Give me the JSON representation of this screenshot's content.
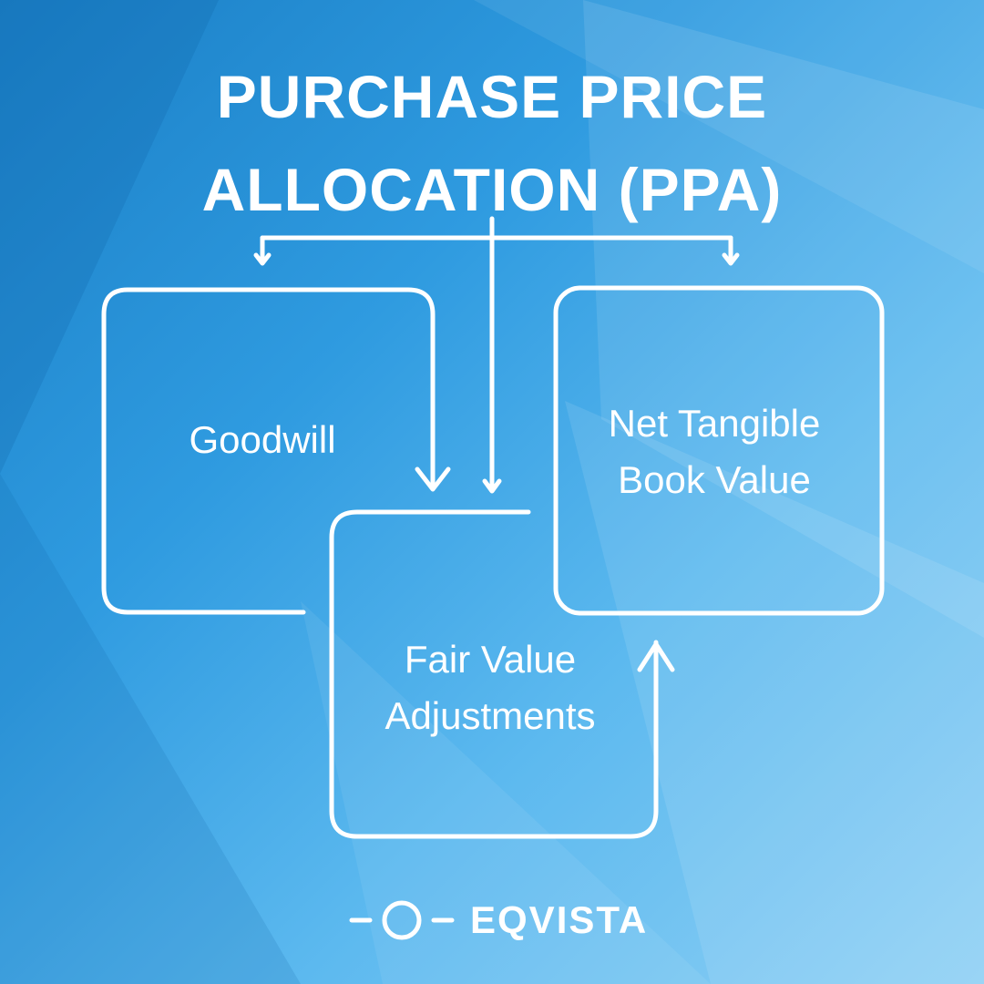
{
  "title": {
    "line1": "PURCHASE PRICE",
    "line2": "ALLOCATION (PPA)"
  },
  "boxes": {
    "goodwill": {
      "label": "Goodwill"
    },
    "fair_value": {
      "line1": "Fair Value",
      "line2": "Adjustments"
    },
    "net_tangible": {
      "line1": "Net Tangible",
      "line2": "Book Value"
    }
  },
  "brand": {
    "name": "EQVISTA"
  },
  "colors": {
    "background_dark": "#1a7fc6",
    "background_light": "#8fd0f4",
    "stroke": "#ffffff",
    "text": "#ffffff"
  }
}
